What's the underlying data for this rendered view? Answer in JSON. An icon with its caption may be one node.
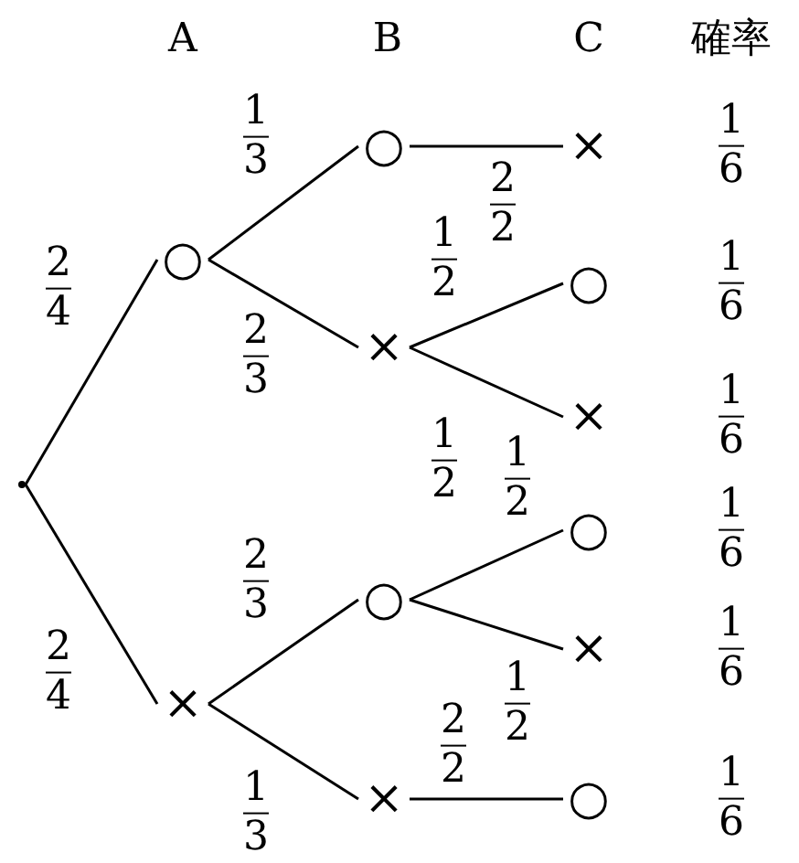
{
  "diagram": {
    "nodes": [
      {
        "text": [],
        "shape": "dot"
      },
      {
        "text": [
          "○"
        ]
      },
      {
        "text": [
          "×"
        ]
      },
      {
        "text": [
          "○"
        ]
      },
      {
        "text": [
          "×"
        ]
      },
      {
        "text": [
          "○"
        ]
      },
      {
        "text": [
          "×"
        ]
      },
      {
        "text": [
          "×"
        ]
      },
      {
        "text": [
          "○"
        ]
      },
      {
        "text": [
          "×"
        ]
      },
      {
        "text": [
          "○"
        ]
      },
      {
        "text": [
          "×"
        ]
      },
      {
        "text": [
          "○"
        ]
      }
    ],
    "edges": [
      {
        "from": 0,
        "to": 1,
        "arrow": "none",
        "label": "2 4"
      },
      {
        "from": 0,
        "to": 2,
        "arrow": "none",
        "label": "2 4"
      },
      {
        "from": 1,
        "to": 3,
        "arrow": "none",
        "label": "1 3"
      },
      {
        "from": 1,
        "to": 4,
        "arrow": "none",
        "label": "2 3"
      },
      {
        "from": 2,
        "to": 5,
        "arrow": "none",
        "label": "2 3"
      },
      {
        "from": 2,
        "to": 6,
        "arrow": "none",
        "label": "1 3"
      },
      {
        "from": 3,
        "to": 7,
        "arrow": "none",
        "label": "2 2"
      },
      {
        "from": 4,
        "to": 8,
        "arrow": "none",
        "label": "1 2"
      },
      {
        "from": 4,
        "to": 9,
        "arrow": "none",
        "label": "1 2"
      },
      {
        "from": 5,
        "to": 10,
        "arrow": "none",
        "label": "1 2"
      },
      {
        "from": 5,
        "to": 11,
        "arrow": "none",
        "label": "1 2"
      },
      {
        "from": 6,
        "to": 12,
        "arrow": "none",
        "label": "2 2"
      }
    ],
    "labels": [
      "A",
      "B",
      "C",
      "確率",
      "1 6",
      "1 6",
      "1 6",
      "1 6",
      "1 6",
      "1 6"
    ]
  }
}
